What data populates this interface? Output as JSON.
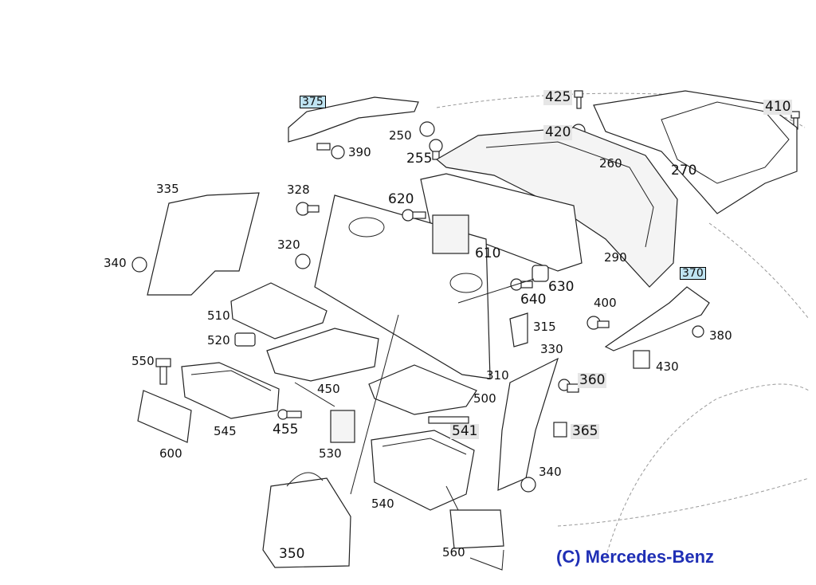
{
  "callouts": {
    "c375": "375",
    "c390": "390",
    "c250": "250",
    "c255": "255",
    "c425": "425",
    "c420": "420",
    "c410": "410",
    "c260": "260",
    "c270": "270",
    "c335": "335",
    "c328": "328",
    "c620": "620",
    "c320": "320",
    "c340a": "340",
    "c610": "610",
    "c290": "290",
    "c630": "630",
    "c640": "640",
    "c370": "370",
    "c400": "400",
    "c380": "380",
    "c510": "510",
    "c315": "315",
    "c520": "520",
    "c430": "430",
    "c330": "330",
    "c550": "550",
    "c450": "450",
    "c310": "310",
    "c360": "360",
    "c500": "500",
    "c545": "545",
    "c455": "455",
    "c541": "541",
    "c365": "365",
    "c600": "600",
    "c530": "530",
    "c340b": "340",
    "c540": "540",
    "c350": "350",
    "c560": "560"
  },
  "copyright": "(C) Mercedes-Benz",
  "colors": {
    "copyright": "#1f2fb5",
    "highlight_box": "#bfe4f2",
    "grey_label": "#e6e6e6"
  }
}
